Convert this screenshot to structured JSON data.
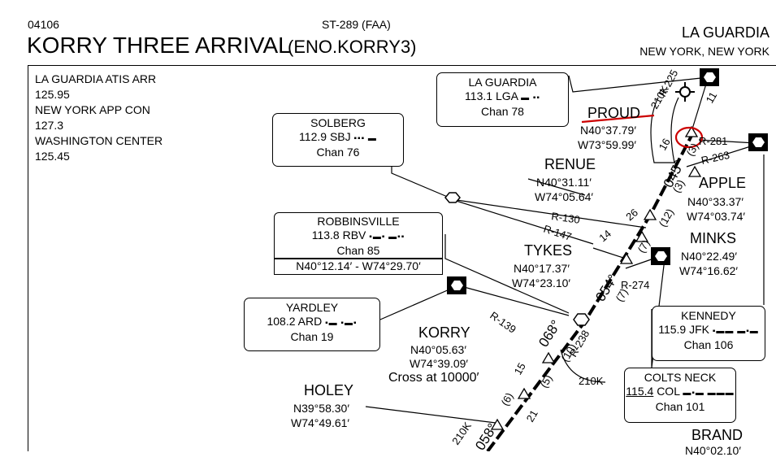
{
  "header": {
    "chart_number": "04106",
    "source": "ST-289 (FAA)",
    "title": "KORRY THREE ARRIVAL",
    "code": "(ENO.KORRY3)",
    "airport": "LA GUARDIA",
    "city": "NEW YORK, NEW YORK"
  },
  "frequencies": [
    {
      "name": "LA GUARDIA ATIS ARR",
      "value": "125.95"
    },
    {
      "name": "NEW YORK APP CON",
      "value": "127.3"
    },
    {
      "name": "WASHINGTON CENTER",
      "value": "125.45"
    }
  ],
  "navaids": {
    "laguardia": {
      "name": "LA GUARDIA",
      "freq": "113.1",
      "id": "LGA",
      "chan": "Chan 78"
    },
    "solberg": {
      "name": "SOLBERG",
      "freq": "112.9",
      "id": "SBJ",
      "chan": "Chan 76"
    },
    "robbinsville": {
      "name": "ROBBINSVILLE",
      "freq": "113.8",
      "id": "RBV",
      "chan": "Chan 85",
      "coords": "N40°12.14′ - W74°29.70′"
    },
    "yardley": {
      "name": "YARDLEY",
      "freq": "108.2",
      "id": "ARD",
      "chan": "Chan 19"
    },
    "kennedy": {
      "name": "KENNEDY",
      "freq": "115.9",
      "id": "JFK",
      "chan": "Chan 106"
    },
    "coltsneck": {
      "name": "COLTS NECK",
      "freq": "115.4",
      "id": "COL",
      "chan": "Chan 101"
    }
  },
  "fixes": {
    "proud": {
      "name": "PROUD",
      "lat": "N40°37.79′",
      "lon": "W73°59.99′"
    },
    "renue": {
      "name": "RENUE",
      "lat": "N40°31.11′",
      "lon": "W74°05.64′"
    },
    "apple": {
      "name": "APPLE",
      "lat": "N40°33.37′",
      "lon": "W74°03.74′"
    },
    "tykes": {
      "name": "TYKES",
      "lat": "N40°17.37′",
      "lon": "W74°23.10′"
    },
    "minks": {
      "name": "MINKS",
      "lat": "N40°22.49′",
      "lon": "W74°16.62′"
    },
    "korry": {
      "name": "KORRY",
      "lat": "N40°05.63′",
      "lon": "W74°39.09′",
      "note": "Cross at 10000′"
    },
    "holey": {
      "name": "HOLEY",
      "lat": "N39°58.30′",
      "lon": "W74°49.61′"
    },
    "brand": {
      "name": "BRAND",
      "lat": "N40°02.10′"
    }
  },
  "route_labels": {
    "r225": "R-225",
    "r281": "R-281",
    "r263": "R-263",
    "r130": "R-130",
    "r147": "R-147",
    "r274": "R-274",
    "r139": "R-139",
    "r238": "R-238",
    "alt210k_top": "210K",
    "alt210k_mid": "210K",
    "alt210k_low": "210K",
    "crs045": "045°",
    "crs054": "054°",
    "crs068": "068°",
    "crs058": "058°",
    "d11": "11",
    "d16": "16",
    "d3_a": "(3)",
    "d3_b": "(3)",
    "d12": "(12)",
    "d26": "26",
    "d14": "14",
    "d7_a": "(7)",
    "d7_b": "(7)",
    "d10": "(10)",
    "d15": "15",
    "d5": "(5)",
    "d6": "(6)",
    "d21": "21"
  },
  "colors": {
    "line": "#000000",
    "annotation": "#cc0000"
  }
}
